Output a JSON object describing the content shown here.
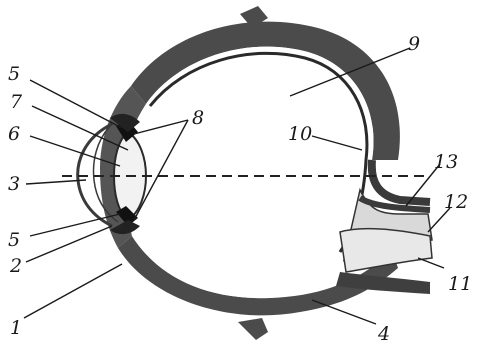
{
  "diagram": {
    "labels": [
      {
        "key": "l1",
        "text": "1"
      },
      {
        "key": "l2",
        "text": "2"
      },
      {
        "key": "l3",
        "text": "3"
      },
      {
        "key": "l4",
        "text": "4"
      },
      {
        "key": "l5a",
        "text": "5"
      },
      {
        "key": "l5b",
        "text": "5"
      },
      {
        "key": "l6",
        "text": "6"
      },
      {
        "key": "l7",
        "text": "7"
      },
      {
        "key": "l8",
        "text": "8"
      },
      {
        "key": "l9",
        "text": "9"
      },
      {
        "key": "l10",
        "text": "10"
      },
      {
        "key": "l11",
        "text": "11"
      },
      {
        "key": "l12",
        "text": "12"
      },
      {
        "key": "l13",
        "text": "13"
      }
    ]
  }
}
